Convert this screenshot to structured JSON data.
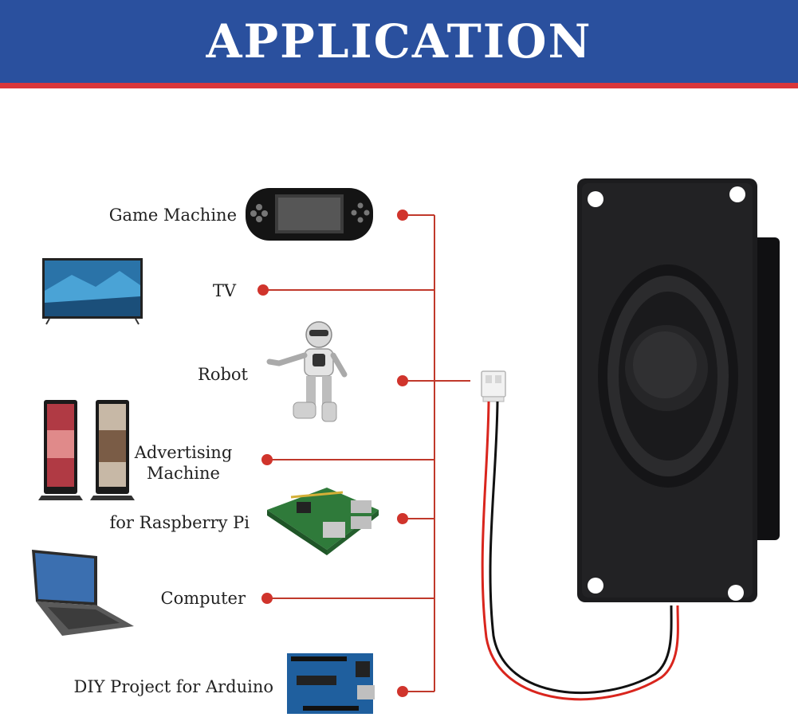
{
  "header": {
    "title": "APPLICATION",
    "bg_color": "#2a509e",
    "stripe_color": "#d9363a"
  },
  "applications": [
    {
      "id": "game-machine",
      "label": "Game Machine"
    },
    {
      "id": "tv",
      "label": "TV"
    },
    {
      "id": "robot",
      "label": "Robot"
    },
    {
      "id": "advertising-machine",
      "label_line1": "Advertising",
      "label_line2": "Machine"
    },
    {
      "id": "raspberry-pi",
      "label": "for Raspberry Pi"
    },
    {
      "id": "computer",
      "label": "Computer"
    },
    {
      "id": "arduino",
      "label": "DIY Project for Arduino"
    }
  ],
  "colors": {
    "connector": "#c0392b",
    "dot": "#d0342c",
    "speaker": "#1c1c1e"
  },
  "icons": [
    "game-console-icon",
    "tv-icon",
    "robot-icon",
    "kiosk-icon",
    "raspberry-pi-board-icon",
    "laptop-icon",
    "arduino-board-icon",
    "speaker-icon",
    "jst-connector-icon"
  ]
}
